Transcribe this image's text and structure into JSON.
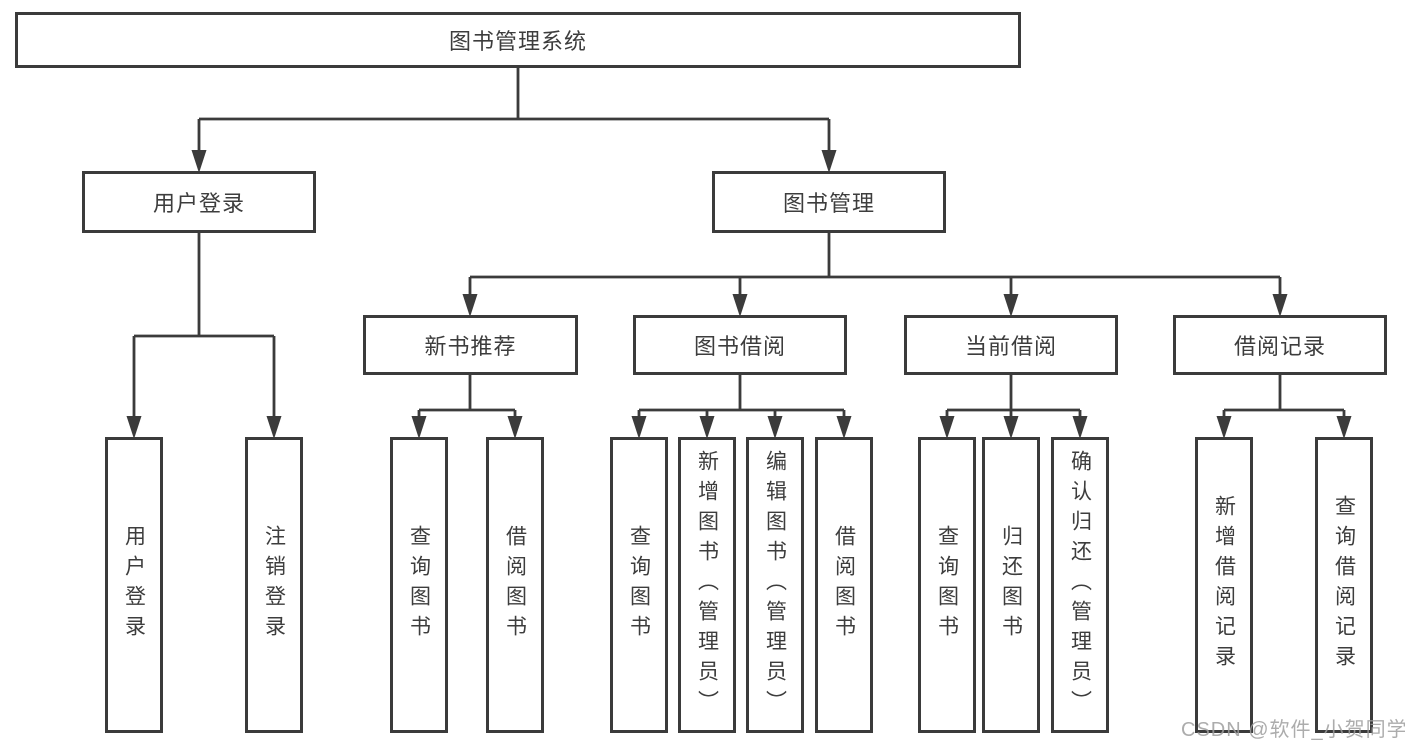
{
  "title_node": "图书管理系统",
  "level2": {
    "user_login": "用户登录",
    "book_management": "图书管理"
  },
  "level3": {
    "new_book_rec": "新书推荐",
    "book_borrowing": "图书借阅",
    "current_borrowing": "当前借阅",
    "borrowing_records": "借阅记录"
  },
  "leaves": {
    "user_login": "用户登录",
    "logout": "注销登录",
    "query_books_rec": "查询图书",
    "borrow_books_rec": "借阅图书",
    "query_books_borrow": "查询图书",
    "add_books_admin": "新增图书（管理员）",
    "edit_books_admin": "编辑图书（管理员）",
    "borrow_books": "借阅图书",
    "query_books_current": "查询图书",
    "return_books": "归还图书",
    "confirm_return_admin": "确认归还（管理员）",
    "add_borrow_record": "新增借阅记录",
    "query_borrow_record": "查询借阅记录"
  },
  "watermark": "CSDN @软件_小贺同学",
  "colors": {
    "line": "#3b3b3b",
    "box_border": "#3b3b3b",
    "box_fill": "#ffffff",
    "text": "#3d3d3d",
    "watermark": "#9e9e9e"
  }
}
